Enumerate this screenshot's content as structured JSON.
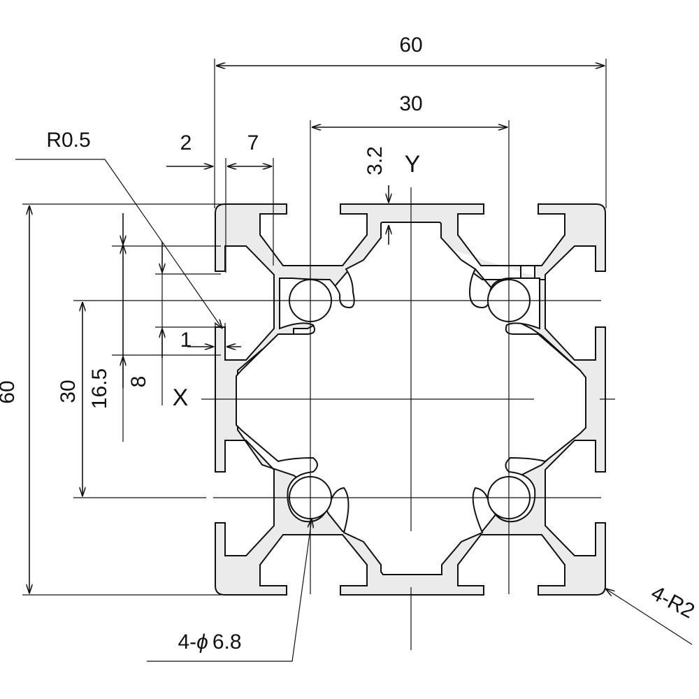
{
  "drawing": {
    "dimensions": {
      "overall_width": "60",
      "bore_spacing_horizontal": "30",
      "wall_thickness": "2",
      "slot_opening": "7",
      "corner_radius_small": "R0.5",
      "slot_depth": "3.2",
      "overall_height": "60",
      "bore_spacing_vertical": "30",
      "slot_width": "16.5",
      "slot_inner": "8",
      "lip_width": "1",
      "bore_note": "4-",
      "bore_diameter_symbol": "ϕ",
      "bore_diameter_value": "6.8",
      "corner_radius_note": "4-R2"
    },
    "axes": {
      "x_label": "X",
      "y_label": "Y"
    }
  }
}
